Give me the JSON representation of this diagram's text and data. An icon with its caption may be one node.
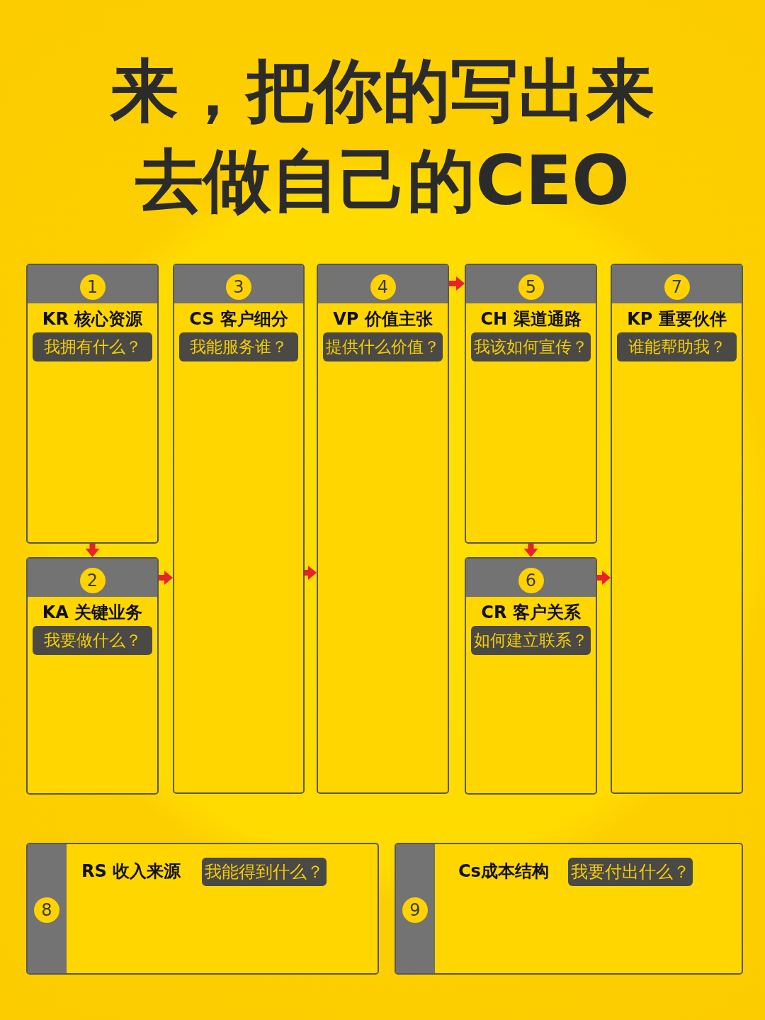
{
  "diagram": {
    "title": "来，把你的写出来去做自己的CEO",
    "nodes": [
      {
        "text": [
          "1",
          "KR 核心资源",
          "我拥有什么？"
        ]
      },
      {
        "text": [
          "2",
          "KA 关键业务",
          "我要做什么？"
        ]
      },
      {
        "text": [
          "3",
          "CS 客户细分",
          "我能服务谁？"
        ]
      },
      {
        "text": [
          "4",
          "VP 价值主张",
          "提供什么价值？"
        ]
      },
      {
        "text": [
          "5",
          "CH 渠道通路",
          "我该如何宣传？"
        ]
      },
      {
        "text": [
          "6",
          "CR 客户关系",
          "如何建立联系？"
        ]
      },
      {
        "text": [
          "7",
          "KP 重要伙伴",
          "谁能帮助我？"
        ]
      },
      {
        "text": [
          "8",
          "RS 收入来源",
          "我能得到什么？"
        ]
      },
      {
        "text": [
          "9",
          "Cs成本结构",
          "我要付出什么？"
        ]
      }
    ],
    "edges": [
      {
        "from": 0,
        "to": 1,
        "arrow": "to"
      },
      {
        "from": 1,
        "to": 2,
        "arrow": "to"
      },
      {
        "from": 2,
        "to": 3,
        "arrow": "to"
      },
      {
        "from": 3,
        "to": 4,
        "arrow": "to"
      },
      {
        "from": 4,
        "to": 5,
        "arrow": "to"
      },
      {
        "from": 5,
        "to": 6,
        "arrow": "to"
      }
    ]
  }
}
